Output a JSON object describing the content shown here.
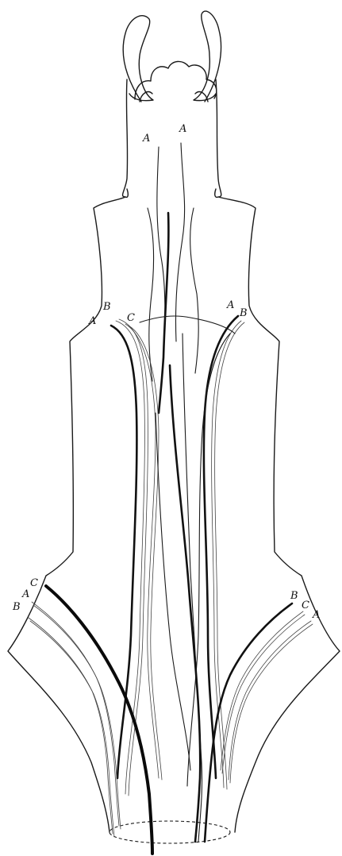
{
  "figure": {
    "labels": {
      "upper_left_a": "A",
      "upper_right_a": "A",
      "mid_left_b": "B",
      "mid_left_a": "A",
      "mid_c": "C",
      "mid_right_a": "A",
      "mid_right_b": "B",
      "lower_left_c": "C",
      "lower_left_a": "A",
      "lower_left_b": "B",
      "lower_right_b": "B",
      "lower_right_c": "C",
      "lower_right_a": "A"
    }
  }
}
